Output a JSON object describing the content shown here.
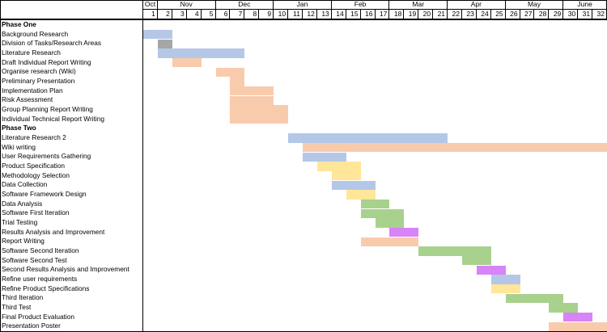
{
  "chart_data": {
    "type": "gantt",
    "title": "",
    "months": [
      {
        "name": "Oct",
        "weeks": [
          1,
          1
        ]
      },
      {
        "name": "Nov",
        "weeks": [
          2,
          5
        ]
      },
      {
        "name": "Dec",
        "weeks": [
          6,
          9
        ]
      },
      {
        "name": "Jan",
        "weeks": [
          10,
          13
        ]
      },
      {
        "name": "Feb",
        "weeks": [
          14,
          17
        ]
      },
      {
        "name": "Mar",
        "weeks": [
          18,
          21
        ]
      },
      {
        "name": "Apr",
        "weeks": [
          22,
          25
        ]
      },
      {
        "name": "May",
        "weeks": [
          26,
          29
        ]
      },
      {
        "name": "June",
        "weeks": [
          30,
          32
        ]
      }
    ],
    "week_range": [
      1,
      32
    ],
    "colors": {
      "blue": "#b4c7e7",
      "gray": "#a6a6a6",
      "orange": "#f8cbad",
      "yellow": "#ffe699",
      "green": "#a9d18e",
      "purple": "#d883f7"
    },
    "tasks": [
      {
        "name": "Phase One",
        "phase": true
      },
      {
        "name": "Background Research",
        "start": 1,
        "end": 2,
        "color": "blue"
      },
      {
        "name": "Division of Tasks/Research Areas",
        "start": 2,
        "end": 2,
        "color": "gray"
      },
      {
        "name": "Literature Research",
        "start": 2,
        "end": 7,
        "color": "blue"
      },
      {
        "name": "Draft Individual Report Writing",
        "start": 3,
        "end": 4,
        "color": "orange"
      },
      {
        "name": "Organise research (Wiki)",
        "start": 6,
        "end": 7,
        "color": "orange"
      },
      {
        "name": "Preliminary Presentation",
        "start": 7,
        "end": 7,
        "color": "orange"
      },
      {
        "name": "Implementation Plan",
        "start": 7,
        "end": 9,
        "color": "orange"
      },
      {
        "name": "Risk Assessment",
        "start": 7,
        "end": 9,
        "color": "orange"
      },
      {
        "name": "Group Planning Report Writing",
        "start": 7,
        "end": 10,
        "color": "orange"
      },
      {
        "name": "Individual Technical Report Writing",
        "start": 7,
        "end": 10,
        "color": "orange"
      },
      {
        "name": "Phase Two",
        "phase": true
      },
      {
        "name": "Literature Research 2",
        "start": 11,
        "end": 21,
        "color": "blue"
      },
      {
        "name": "Wiki writing",
        "start": 12,
        "end": 32,
        "color": "orange"
      },
      {
        "name": "User Requirements Gathering",
        "start": 12,
        "end": 14,
        "color": "blue"
      },
      {
        "name": "Product Specification",
        "start": 13,
        "end": 15,
        "color": "yellow"
      },
      {
        "name": "Methodology Selection",
        "start": 14,
        "end": 15,
        "color": "yellow"
      },
      {
        "name": "Data Collection",
        "start": 14,
        "end": 16,
        "color": "blue"
      },
      {
        "name": "Software Framework Design",
        "start": 15,
        "end": 16,
        "color": "yellow"
      },
      {
        "name": "Data Analysis",
        "start": 16,
        "end": 17,
        "color": "green"
      },
      {
        "name": "Software First Iteration",
        "start": 16,
        "end": 18,
        "color": "green"
      },
      {
        "name": "Trial Testing",
        "start": 17,
        "end": 18,
        "color": "green"
      },
      {
        "name": "Results Analysis and Improvement",
        "start": 18,
        "end": 19,
        "color": "purple"
      },
      {
        "name": "Report Writing",
        "start": 16,
        "end": 19,
        "color": "orange"
      },
      {
        "name": "Software Second Iteration",
        "start": 20,
        "end": 24,
        "color": "green"
      },
      {
        "name": "Software Second Test",
        "start": 23,
        "end": 24,
        "color": "green"
      },
      {
        "name": "Second Results Analysis and Improvement",
        "start": 24,
        "end": 25,
        "color": "purple"
      },
      {
        "name": "Refine user requirements",
        "start": 25,
        "end": 26,
        "color": "blue"
      },
      {
        "name": "Refine Product Specifications",
        "start": 25,
        "end": 26,
        "color": "yellow"
      },
      {
        "name": "Third Iteration",
        "start": 26,
        "end": 29,
        "color": "green"
      },
      {
        "name": "Third Test",
        "start": 29,
        "end": 30,
        "color": "green"
      },
      {
        "name": "Final Product Evaluation",
        "start": 30,
        "end": 31,
        "color": "purple"
      },
      {
        "name": "Presentation Poster",
        "start": 29,
        "end": 32,
        "color": "orange"
      }
    ]
  }
}
